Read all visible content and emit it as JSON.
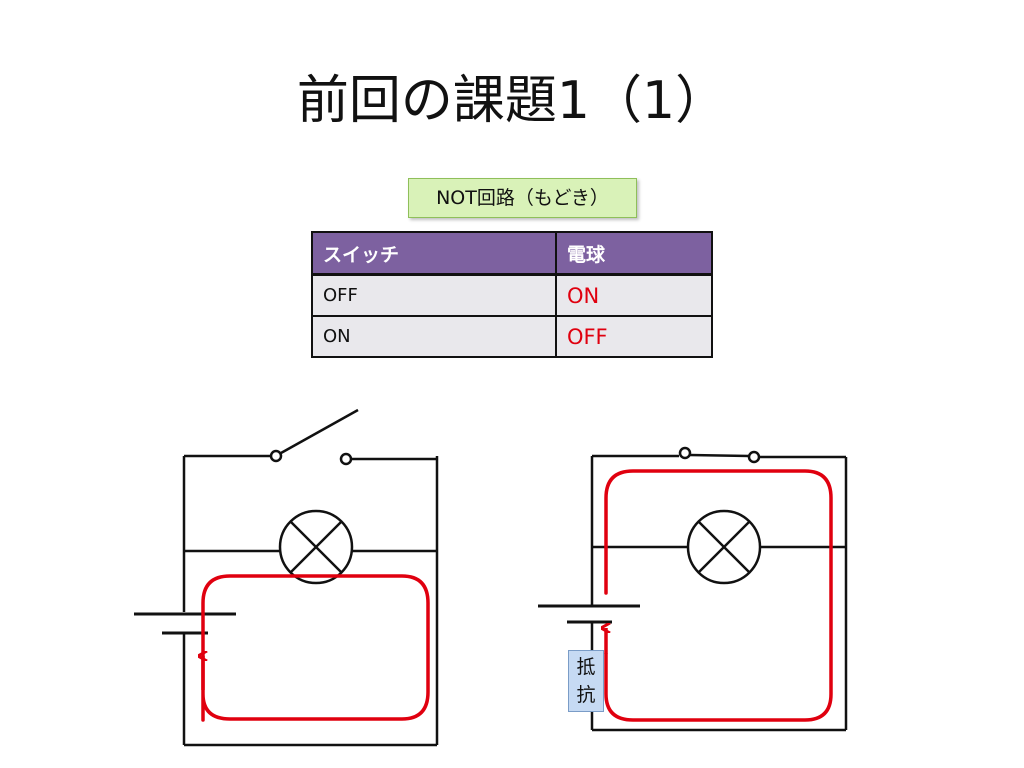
{
  "title": "前回の課題1（1）",
  "caption": "NOT回路（もどき）",
  "table": {
    "headers": [
      "スイッチ",
      "電球"
    ],
    "rows": [
      [
        "OFF",
        "ON"
      ],
      [
        "ON",
        "OFF"
      ]
    ]
  },
  "resistor_label": "抵抗",
  "colors": {
    "header_bg": "#7d61a0",
    "caption_bg": "#d9f2b8",
    "current_arrow": "#e0000f",
    "resistor_bg": "#c6daf3"
  }
}
